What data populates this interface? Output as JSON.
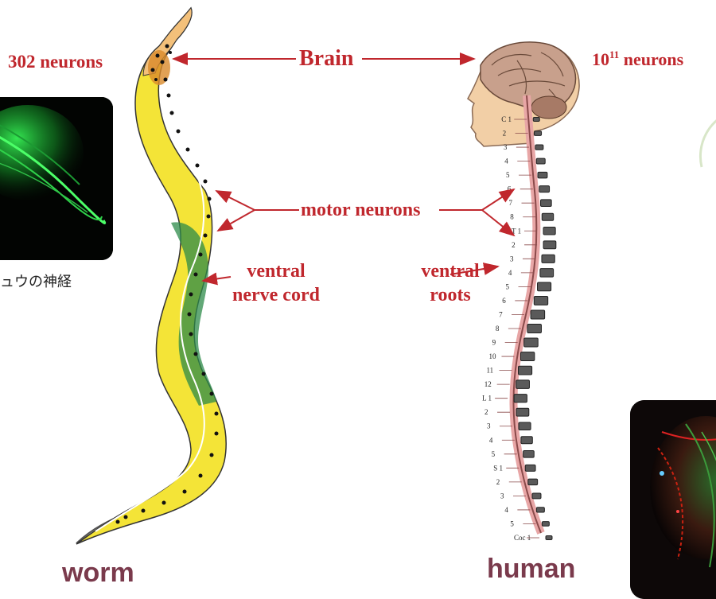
{
  "labels": {
    "worm_neurons": "302 neurons",
    "brain": "Brain",
    "human_neurons_base": "10",
    "human_neurons_exp": "11",
    "human_neurons_unit": " neurons",
    "motor_neurons": "motor neurons",
    "ventral_nerve_cord_line1": "ventral",
    "ventral_nerve_cord_line2": "nerve cord",
    "ventral_roots_line1": "ventral",
    "ventral_roots_line2": "roots",
    "worm": "worm",
    "human": "human",
    "japanese_caption": "ュウの神経"
  },
  "vertebrae_labels": [
    "C 1",
    "2",
    "3",
    "4",
    "5",
    "6",
    "7",
    "8",
    "T 1",
    "2",
    "3",
    "4",
    "5",
    "6",
    "7",
    "8",
    "9",
    "10",
    "11",
    "12",
    "L 1",
    "2",
    "3",
    "4",
    "5",
    "S 1",
    "2",
    "3",
    "4",
    "5",
    "Coc 1"
  ],
  "colors": {
    "label_red": "#c0272d",
    "worm_body": "#f2e23a",
    "worm_green": "#2e8b4a",
    "footer_text": "#7a3a4c"
  }
}
